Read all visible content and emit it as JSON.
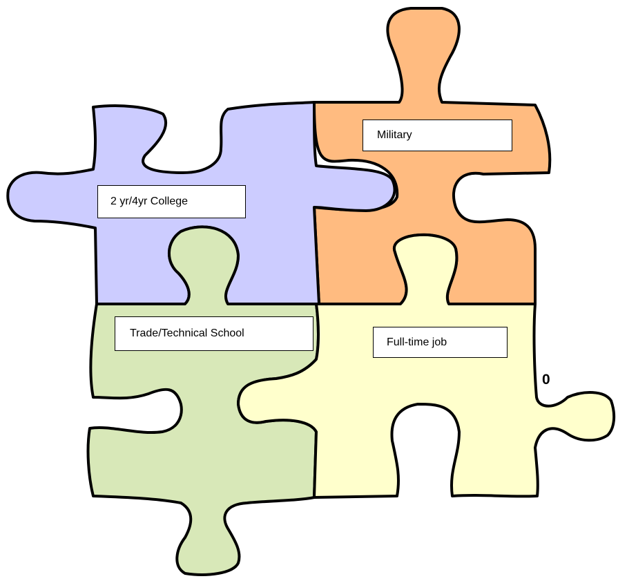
{
  "pieces": [
    {
      "id": "college",
      "label": "2 yr/4yr College",
      "color": "#ccccff"
    },
    {
      "id": "military",
      "label": "Military",
      "color": "#ffbb80"
    },
    {
      "id": "trade",
      "label": "Trade/Technical School",
      "color": "#d8e8b8"
    },
    {
      "id": "job",
      "label": "Full-time job",
      "color": "#ffffcc"
    }
  ],
  "corner_number": "0"
}
